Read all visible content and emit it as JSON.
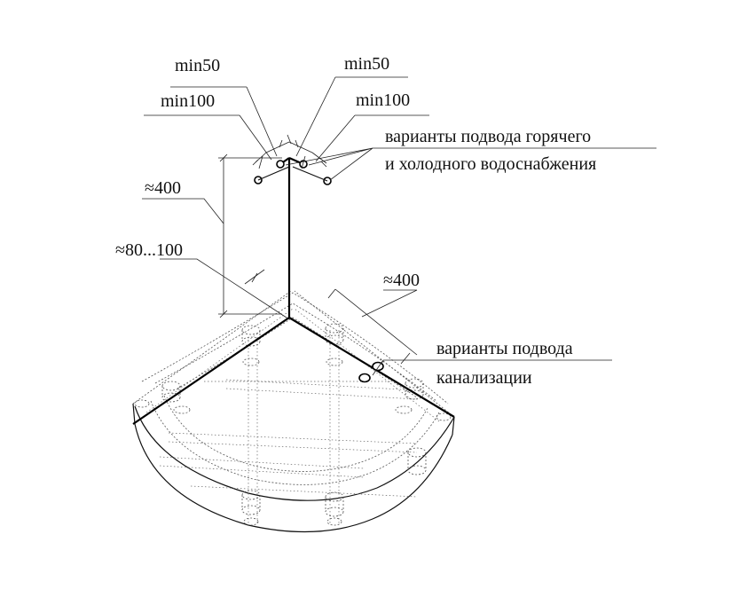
{
  "labels": {
    "min50_left": "min50",
    "min50_right": "min50",
    "min100_left": "min100",
    "min100_right": "min100",
    "water_supply_line1": "варианты подвода горячего",
    "water_supply_line2": "и холодного водоснабжения",
    "height_400": "≈400",
    "offset_80_100": "≈80...100",
    "width_400": "≈400",
    "drain_line1": "варианты подвода",
    "drain_line2": "канализации"
  }
}
